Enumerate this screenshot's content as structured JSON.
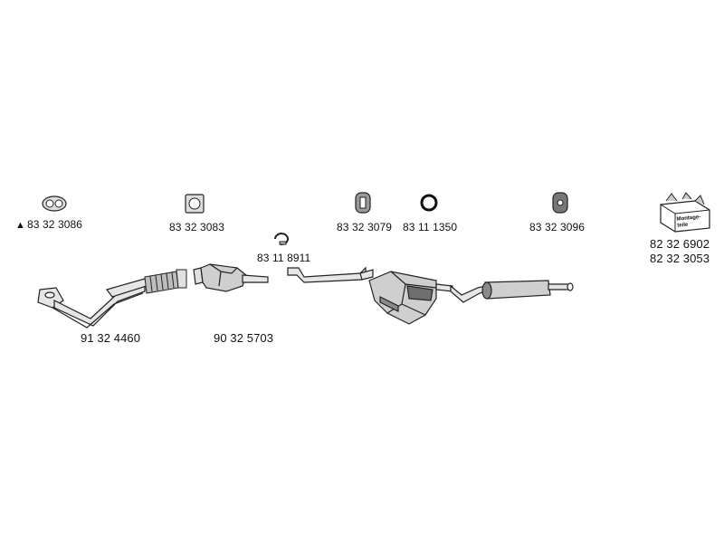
{
  "parts": {
    "ring_clamp": "83 32 3086",
    "flange_gasket": "83 32 3083",
    "rubber_mount_a": "83 32 3079",
    "o_ring": "83 11 1350",
    "rubber_mount_b": "83 32 3096",
    "pipe_clamp": "83 11 8911",
    "front_pipe": "91 32 4460",
    "catalytic_converter": "90 32 5703",
    "mounting_kit_a": "82 32 6902",
    "mounting_kit_b": "82 32 3053"
  },
  "kit_box_label": "Montage-teile",
  "triangle_marker": "▲",
  "colors": {
    "line": "#222222",
    "fill": "#cfcfcf",
    "dark": "#6e6e6e"
  }
}
